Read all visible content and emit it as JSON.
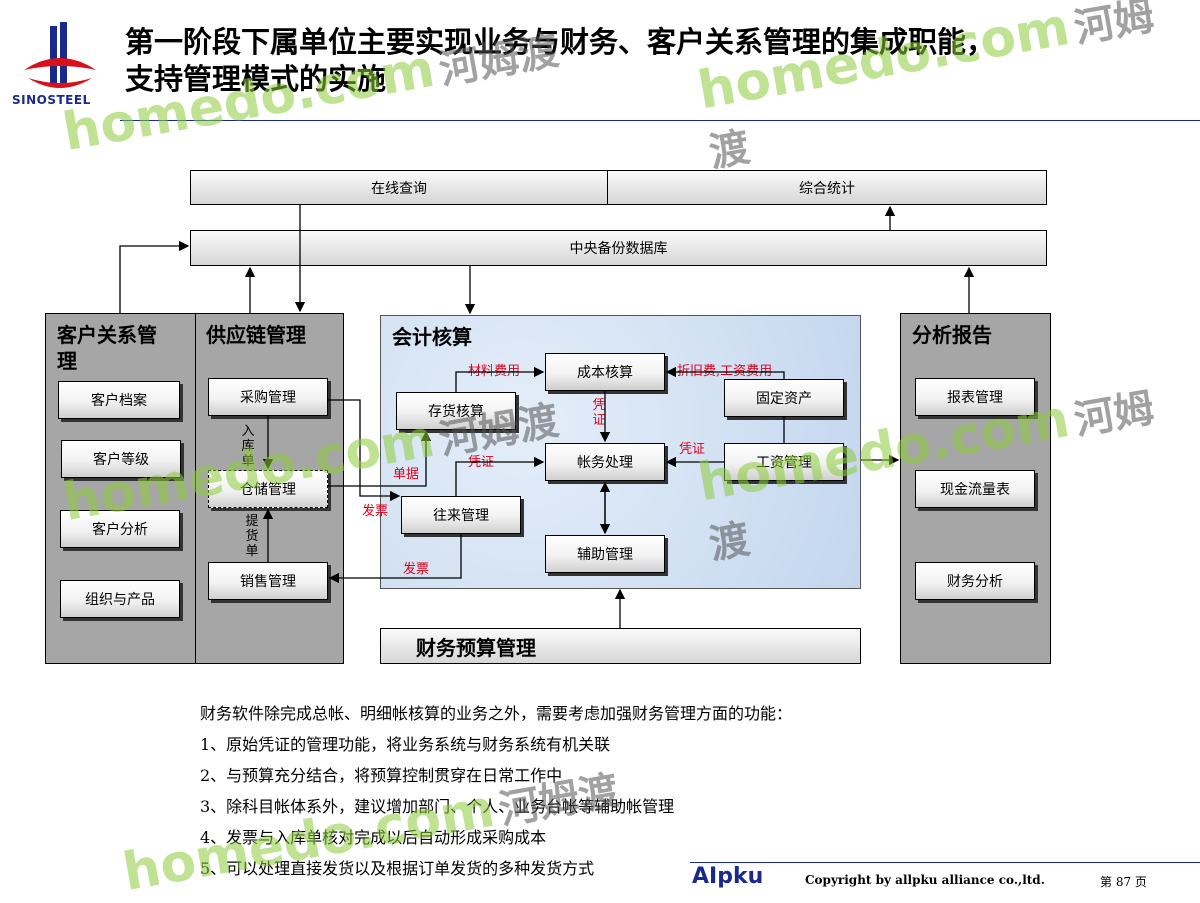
{
  "header": {
    "title_line1": "第一阶段下属单位主要实现业务与财务、客户关系管理的集成职能，",
    "title_line2": "支持管理模式的实施",
    "logo_text": "SINOSTEEL"
  },
  "diagram": {
    "top_bar": {
      "left": "在线查询",
      "right": "综合统计"
    },
    "db_bar": "中央备份数据库",
    "crm": {
      "title": "客户关系管理",
      "items": [
        "客户档案",
        "客户等级",
        "客户分析",
        "组织与产品"
      ]
    },
    "scm": {
      "title": "供应链管理",
      "items": [
        "采购管理",
        "仓储管理",
        "销售管理"
      ],
      "label_in": "入库单",
      "label_out": "提货单"
    },
    "acct": {
      "title": "会计核算",
      "boxes": {
        "cost": "成本核算",
        "inventory": "存货核算",
        "ledger": "帐务处理",
        "ar_ap": "往来管理",
        "aux": "辅助管理",
        "fixed": "固定资产",
        "payroll": "工资管理"
      },
      "labels": {
        "material": "材料费用",
        "depr": "折旧费,工资费用",
        "voucher_v": "凭证",
        "voucher1": "凭证",
        "voucher2": "凭证",
        "doc": "单据",
        "invoice1": "发票",
        "invoice2": "发票"
      }
    },
    "report": {
      "title": "分析报告",
      "items": [
        "报表管理",
        "现金流量表",
        "财务分析"
      ]
    },
    "budget": "财务预算管理"
  },
  "notes": [
    "财务软件除完成总帐、明细帐核算的业务之外，需要考虑加强财务管理方面的功能：",
    "1、原始凭证的管理功能，将业务系统与财务系统有机关联",
    "2、与预算充分结合，将预算控制贯穿在日常工作中",
    "3、除科目帐体系外，建议增加部门、个人、业务台帐等辅助帐管理",
    "4、发票与入库单核对完成以后自动形成采购成本",
    "5、可以处理直接发货以及根据订单发货的多种发货方式"
  ],
  "footer": {
    "brand": "AIpku",
    "copyright": "Copyright by  allpku alliance co.,ltd.",
    "page": "第 87 页"
  },
  "watermark": {
    "latin": "homedo.com",
    "cjk": "河姆渡"
  },
  "colors": {
    "accent_blue": "#1a2a8a",
    "label_red": "#e0001a",
    "watermark_green": "#8ccc3c",
    "watermark_cyan": "#3cc4d8"
  }
}
